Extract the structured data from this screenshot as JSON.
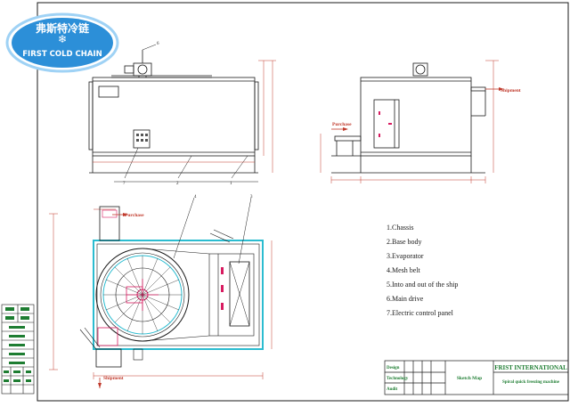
{
  "logo": {
    "chinese_text": "弗斯特冷链",
    "english_text": "FIRST COLD CHAIN",
    "primary_color": "#2c8fd8",
    "text_color": "#ffffff"
  },
  "drawing": {
    "line_color": "#1a1a1a",
    "dimension_color": "#c0392b",
    "highlight_color": "#2bbcd0",
    "accent_color": "#d81b60"
  },
  "callouts": {
    "front_view": [
      "6",
      "7",
      "2",
      "1"
    ],
    "plan_view": [
      "4",
      "3"
    ]
  },
  "labels": {
    "shipment_side": "Shipment",
    "purchase_side": "Purchase",
    "purchase_plan": "Purchase",
    "shipment_plan": "Shipment"
  },
  "legend": [
    {
      "number": "1",
      "text": "Chassis"
    },
    {
      "number": "2",
      "text": "Base body"
    },
    {
      "number": "3",
      "text": "Evaporator"
    },
    {
      "number": "4",
      "text": "Mesh belt"
    },
    {
      "number": "5",
      "text": "Into and out of the ship"
    },
    {
      "number": "6",
      "text": "Main drive"
    },
    {
      "number": "7",
      "text": "Electric control panel"
    }
  ],
  "title_block": {
    "rows": [
      "Design",
      "Technology",
      "Audit"
    ],
    "drawing_name": "Sketch Map",
    "company": "FRIST INTERNATIONAL",
    "product": "Spiral quick freezing machine"
  }
}
